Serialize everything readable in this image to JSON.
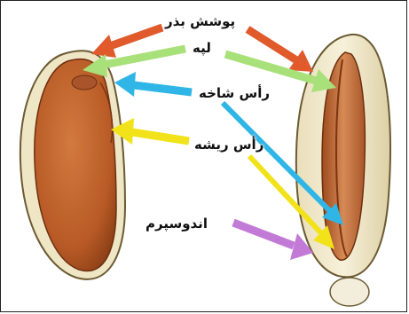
{
  "labels": {
    "seed_coat": "پوشش بذر",
    "cotyledon": "لپه",
    "shoot_tip": "رأس شاخه",
    "root_tip": "رأس ریشه",
    "endosperm": "اندوسپرم"
  },
  "colors": {
    "seed_coat_arrow": "#e05a2b",
    "cotyledon_arrow": "#a8e07a",
    "shoot_tip_arrow": "#2fb6e6",
    "root_tip_arrow": "#f2e21a",
    "endosperm_arrow": "#c27ad6",
    "bean_fill": "#c4632e",
    "coat_fill": "#f1e9c8"
  }
}
